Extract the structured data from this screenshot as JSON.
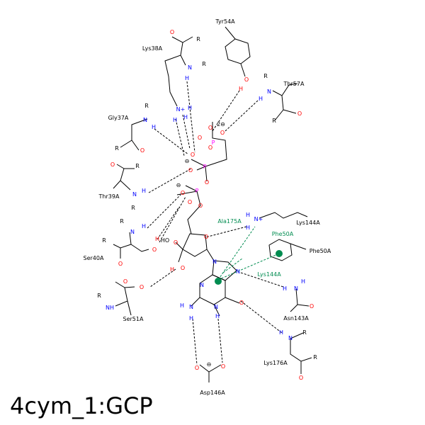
{
  "caption": "4cym_1:GCP",
  "colors": {
    "bond": "#000000",
    "oxygen": "#ff0000",
    "nitrogen": "#0000ff",
    "phosphorus": "#ff00ff",
    "hydrophobic": "#008c50"
  },
  "ligand_atoms": {
    "o1": "O",
    "o2": "O",
    "o3": "O",
    "o4": "O",
    "o5": "O",
    "o6": "O",
    "o7": "O",
    "o8": "O",
    "o9": "O",
    "o10": "O",
    "o11": "O",
    "o12": "O",
    "ho": "HO",
    "ring_o": "O",
    "p1": "P",
    "p2": "P",
    "p3": "P",
    "charge2": "2⊖",
    "chargeA": "⊖",
    "chargeB": "⊖",
    "n7": "N",
    "n9": "N",
    "n3": "N",
    "n1": "N",
    "h1": "H",
    "nh2_n": "N",
    "nh2_h1": "H",
    "nh2_h2": "H",
    "o6g": "O"
  },
  "residues": {
    "tyr54": "Tyr54A",
    "lys38": "Lys38A",
    "thr57": "Thr57A",
    "gly37": "Gly37A",
    "thr39": "Thr39A",
    "ser40": "Ser40A",
    "ala175": "Ala175A",
    "lys144": "Lys144A",
    "phe50_label": "Phe50A",
    "phe50_green": "Phe50A",
    "lys144_green": "Lys144A",
    "ser51": "Ser51A",
    "asn143": "Asn143A",
    "lys176": "Lys176A",
    "asp146": "Asp146A"
  },
  "atoms": {
    "R": "R",
    "N": "N",
    "H": "H",
    "O": "O",
    "NH": "NH",
    "Nplus": "N+",
    "chargeAsp": "⊖"
  }
}
